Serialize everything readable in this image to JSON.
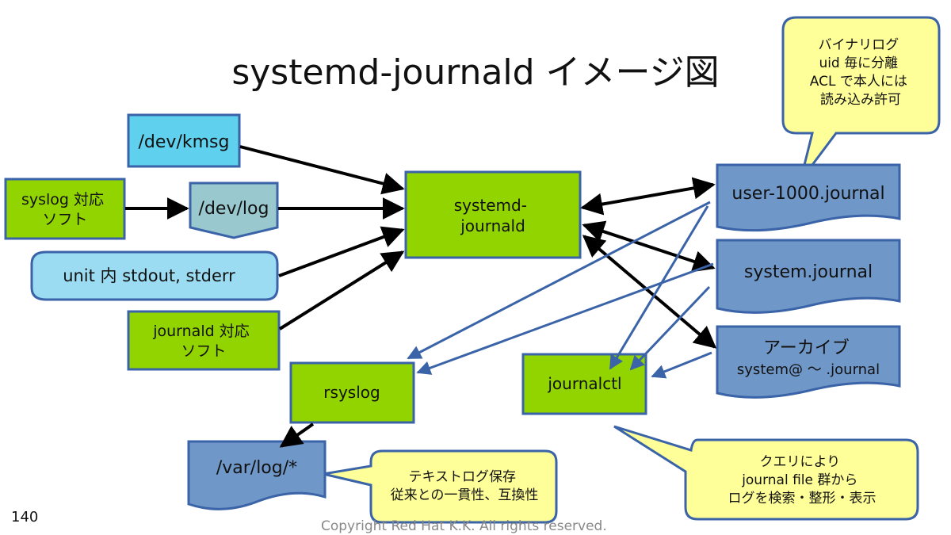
{
  "title": "systemd-journald イメージ図",
  "page_number": "140",
  "copyright": "Copyright Red Hat K.K. All rights reserved.",
  "colors": {
    "green": "#92d400",
    "cyan": "#5fd0ee",
    "light_blue": "#9bdcf2",
    "steel_blue": "#6f97c8",
    "gray_blue": "#99c8cf",
    "callout": "#ffff99",
    "arrow_blue": "#3a63a8"
  },
  "nodes": {
    "dev_kmsg": "/dev/kmsg",
    "syslog_soft": [
      "syslog 対応",
      "ソフト"
    ],
    "dev_log": "/dev/log",
    "unit_stdout": "unit 内 stdout, stderr",
    "journald_soft": [
      "journald 対応",
      "ソフト"
    ],
    "systemd_journald": [
      "systemd-",
      "journald"
    ],
    "rsyslog": "rsyslog",
    "var_log": "/var/log/*",
    "journalctl": "journalctl",
    "user_journal": "user-1000.journal",
    "system_journal": "system.journal",
    "archive": [
      "アーカイブ",
      "system@ ～ .journal"
    ]
  },
  "callouts": {
    "binary": [
      "バイナリログ",
      "uid 毎に分離",
      "ACL で本人には",
      "読み込み許可"
    ],
    "text": [
      "テキストログ保存",
      "従来との一貫性、互換性"
    ],
    "query": [
      "クエリにより",
      "journal file 群から",
      "ログを検索・整形・表示"
    ]
  }
}
